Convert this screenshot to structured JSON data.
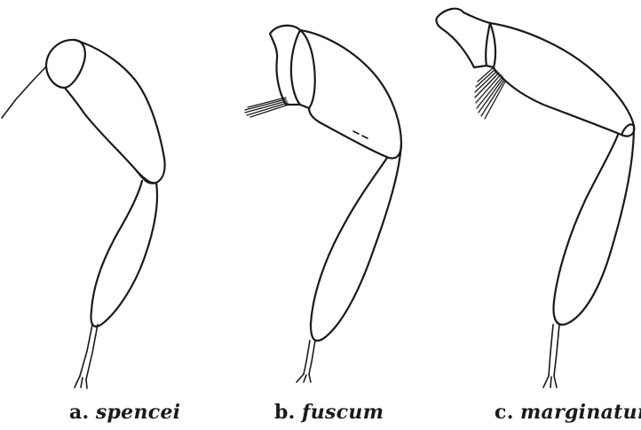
{
  "figure": {
    "panels": [
      {
        "letter": "a.",
        "species": "spencei"
      },
      {
        "letter": "b.",
        "species": "fuscum"
      },
      {
        "letter": "c.",
        "species": "marginatum"
      }
    ]
  }
}
